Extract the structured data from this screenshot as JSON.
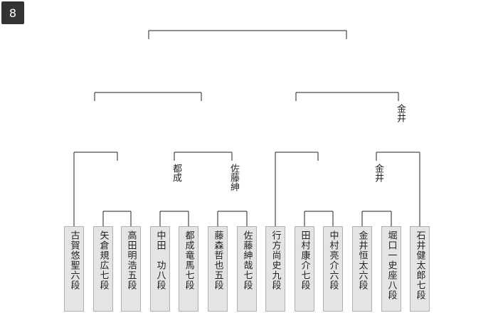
{
  "round_badge": "8",
  "players": [
    {
      "name": "古賀悠聖六段"
    },
    {
      "name": "矢倉規広七段"
    },
    {
      "name": "高田明浩五段"
    },
    {
      "name": "中田　功八段"
    },
    {
      "name": "都成竜馬七段"
    },
    {
      "name": "藤森哲也五段"
    },
    {
      "name": "佐藤紳哉七段"
    },
    {
      "name": "行方尚史九段"
    },
    {
      "name": "田村康介七段"
    },
    {
      "name": "中村亮介六段"
    },
    {
      "name": "金井恒太六段"
    },
    {
      "name": "堀口一史座八段"
    },
    {
      "name": "石井健太郎七段"
    }
  ],
  "winners": {
    "r1_a": "都成",
    "r1_b": "佐藤紳",
    "r2_d": "金井",
    "r3_b": "金井"
  }
}
